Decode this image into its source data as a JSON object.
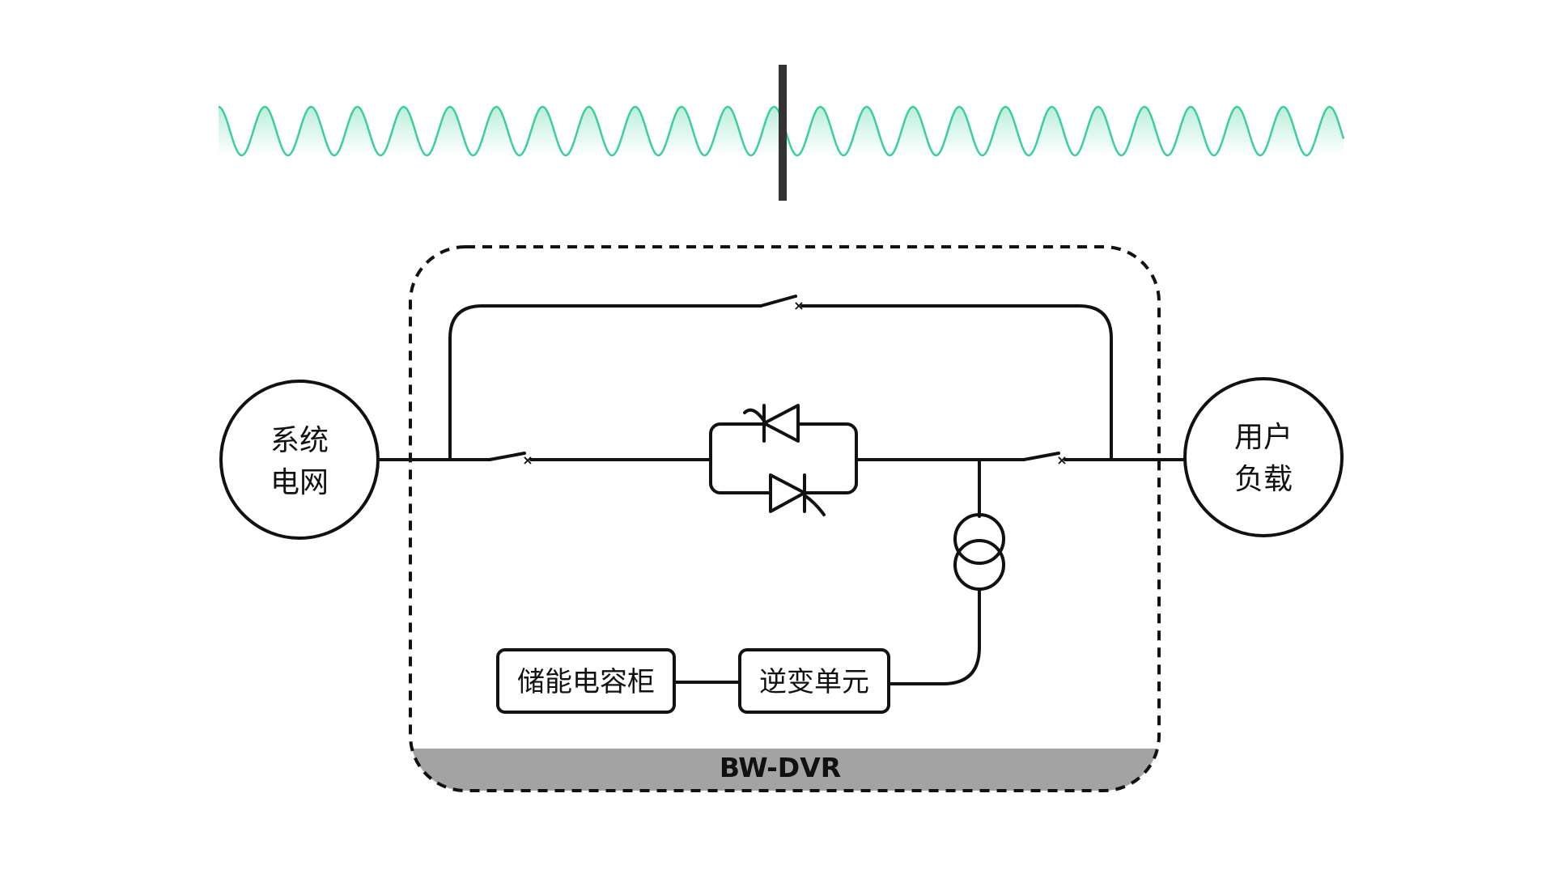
{
  "diagram": {
    "grid_label_line1": "系统",
    "grid_label_line2": "电网",
    "load_label_line1": "用户",
    "load_label_line2": "负载",
    "storage_label": "储能电容柜",
    "inverter_label": "逆变单元",
    "device_label": "BW-DVR"
  },
  "colors": {
    "wave": "#3ccf98",
    "stroke": "#111111",
    "bottom_band": "#a3a3a3",
    "divider": "#333333"
  }
}
